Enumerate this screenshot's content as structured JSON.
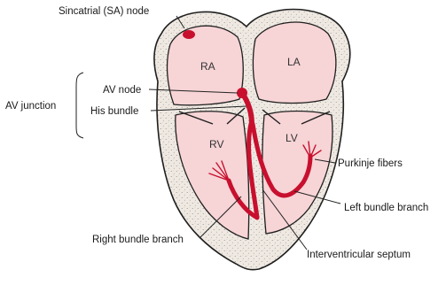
{
  "labels": {
    "sa_node": "Sincatrial (SA) node",
    "av_node": "AV node",
    "his_bundle": "His bundle",
    "av_junction": "AV junction",
    "purkinje": "Purkinje fibers",
    "left_bundle": "Left bundle branch",
    "right_bundle": "Right bundle branch",
    "septum": "Interventricular septum"
  },
  "chambers": {
    "ra": "RA",
    "la": "LA",
    "rv": "RV",
    "lv": "LV"
  },
  "colors": {
    "conduction": "#c8102e",
    "chamber_fill": "#f7d4d6",
    "wall_fill": "#ece6df",
    "outline": "#1f1f1f"
  }
}
